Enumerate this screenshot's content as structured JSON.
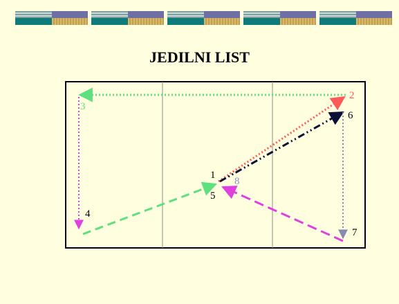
{
  "page": {
    "title": "JEDILNI LIST"
  },
  "banner": {
    "tile_count": 5
  },
  "diagram": {
    "labels": [
      {
        "id": "1",
        "text": "1",
        "color": "#000000"
      },
      {
        "id": "2",
        "text": "2",
        "color": "#FF5A5A"
      },
      {
        "id": "3",
        "text": "3",
        "color": "#5FE07F"
      },
      {
        "id": "4",
        "text": "4",
        "color": "#000000"
      },
      {
        "id": "5",
        "text": "5",
        "color": "#000000"
      },
      {
        "id": "6",
        "text": "6",
        "color": "#000000"
      },
      {
        "id": "7",
        "text": "7",
        "color": "#000000"
      },
      {
        "id": "8",
        "text": "8",
        "color": "#8F8FC0"
      }
    ],
    "arrows": [
      {
        "from": "1",
        "to": "2",
        "color": "#FF5A5A",
        "style": "dotted"
      },
      {
        "from": "2",
        "to": "3",
        "color": "#5FE07F",
        "style": "dotted"
      },
      {
        "from": "3",
        "to": "4",
        "color": "#E040E0",
        "style": "dotted"
      },
      {
        "from": "4",
        "to": "5",
        "color": "#5FE07F",
        "style": "dashed"
      },
      {
        "from": "5",
        "to": "6",
        "color": "#0B1036",
        "style": "dash-dot"
      },
      {
        "from": "6",
        "to": "7",
        "color": "#8A8AB0",
        "style": "dotted"
      },
      {
        "from": "7",
        "to": "8",
        "color": "#E040E0",
        "style": "long-dashed"
      }
    ],
    "colors": {
      "frame": "#000000",
      "dividers": "#8C8C8C"
    }
  }
}
